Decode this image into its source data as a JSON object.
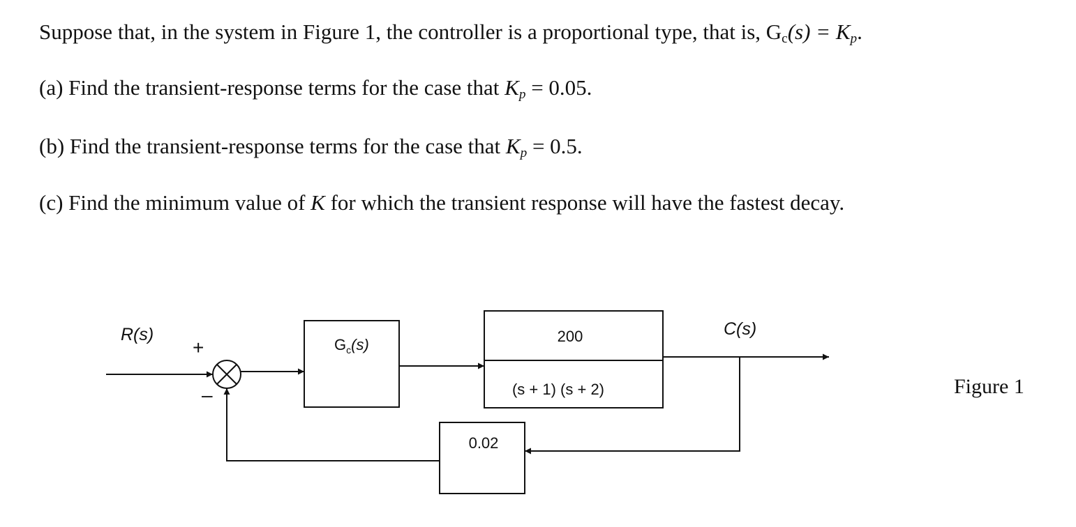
{
  "problem": {
    "intro_lead": "Suppose that, in the system in Figure 1, the controller is a proportional type, that is, G",
    "intro_gc_sub": "c",
    "intro_gc_arg": "(s)",
    "intro_equals": " = K",
    "intro_kp_sub": "p",
    "intro_end": ".",
    "part_a_text": "(a) Find the transient-response terms for the case that ",
    "part_a_k": "K",
    "part_a_sub": "p",
    "part_a_value": " = 0.05.",
    "part_b_text": "(b) Find the transient-response terms for the case that ",
    "part_b_k": "K",
    "part_b_sub": "p",
    "part_b_value": " = 0.5.",
    "part_c_lead": "(c) Find the minimum value of ",
    "part_c_k": "K",
    "part_c_tail": " for which the transient response will have the fastest decay."
  },
  "diagram": {
    "input_label": "R(s)",
    "output_label": "C(s)",
    "plus_sign": "+",
    "minus_sign": "–",
    "controller_label_base": "G",
    "controller_label_sub": "c",
    "controller_label_arg": "(s)",
    "plant_numerator": "200",
    "plant_denominator": "(s + 1) (s + 2)",
    "feedback_gain": "0.02",
    "figure_caption": "Figure 1"
  }
}
